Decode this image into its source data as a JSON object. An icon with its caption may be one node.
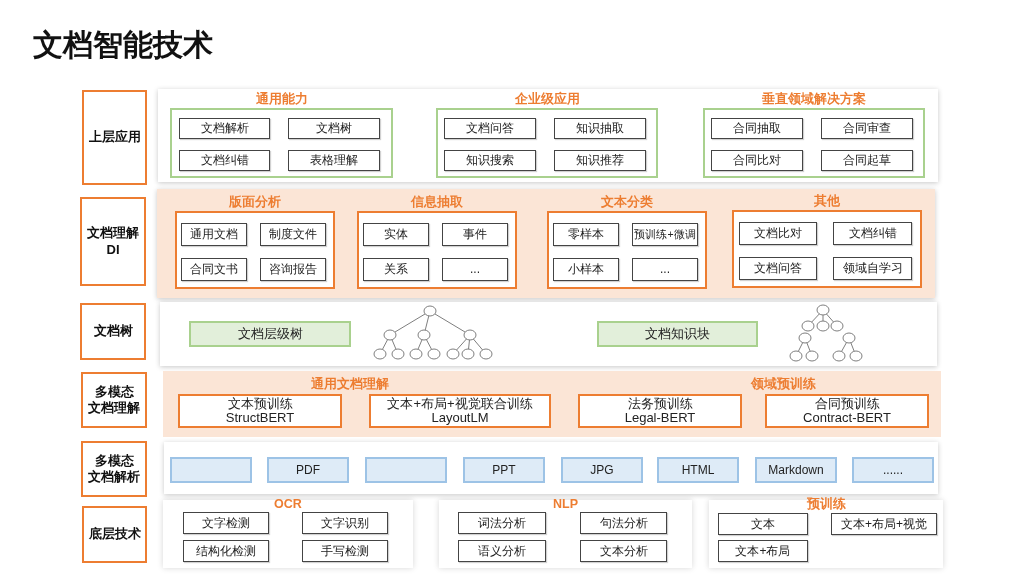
{
  "diagram": {
    "title": "文档智能技术",
    "nodes": [
      {
        "text": [
          "上层应用"
        ]
      },
      {
        "text": [],
        "shape": "band"
      },
      {
        "text": [
          "通用能力"
        ],
        "in": 1
      },
      {
        "text": [
          "文档解析"
        ],
        "in": 2
      },
      {
        "text": [
          "文档树"
        ],
        "in": 2
      },
      {
        "text": [
          "文档纠错"
        ],
        "in": 2
      },
      {
        "text": [
          "表格理解"
        ],
        "in": 2
      },
      {
        "text": [
          "企业级应用"
        ],
        "in": 1
      },
      {
        "text": [
          "文档问答"
        ],
        "in": 7
      },
      {
        "text": [
          "知识抽取"
        ],
        "in": 7
      },
      {
        "text": [
          "知识搜索"
        ],
        "in": 7
      },
      {
        "text": [
          "知识推荐"
        ],
        "in": 7
      },
      {
        "text": [
          "垂直领域解决方案"
        ],
        "in": 1
      },
      {
        "text": [
          "合同抽取"
        ],
        "in": 12
      },
      {
        "text": [
          "合同审查"
        ],
        "in": 12
      },
      {
        "text": [
          "合同比对"
        ],
        "in": 12
      },
      {
        "text": [
          "合同起草"
        ],
        "in": 12
      },
      {
        "text": [
          "文档理解 DI"
        ]
      },
      {
        "text": [],
        "shape": "band"
      },
      {
        "text": [
          "版面分析"
        ],
        "in": 18
      },
      {
        "text": [
          "通用文档"
        ],
        "in": 19
      },
      {
        "text": [
          "制度文件"
        ],
        "in": 19
      },
      {
        "text": [
          "合同文书"
        ],
        "in": 19
      },
      {
        "text": [
          "咨询报告"
        ],
        "in": 19
      },
      {
        "text": [
          "信息抽取"
        ],
        "in": 18
      },
      {
        "text": [
          "实体"
        ],
        "in": 24
      },
      {
        "text": [
          "事件"
        ],
        "in": 24
      },
      {
        "text": [
          "关系"
        ],
        "in": 24
      },
      {
        "text": [
          "..."
        ],
        "in": 24
      },
      {
        "text": [
          "文本分类"
        ],
        "in": 18
      },
      {
        "text": [
          "零样本"
        ],
        "in": 29
      },
      {
        "text": [
          "预训练+微调"
        ],
        "in": 29
      },
      {
        "text": [
          "小样本"
        ],
        "in": 29
      },
      {
        "text": [
          "..."
        ],
        "in": 29
      },
      {
        "text": [
          "其他"
        ],
        "in": 18
      },
      {
        "text": [
          "文档比对"
        ],
        "in": 34
      },
      {
        "text": [
          "文档纠错"
        ],
        "in": 34
      },
      {
        "text": [
          "文档问答"
        ],
        "in": 34
      },
      {
        "text": [
          "领域自学习"
        ],
        "in": 34
      },
      {
        "text": [
          "文档树"
        ]
      },
      {
        "text": [],
        "shape": "band"
      },
      {
        "text": [
          "文档层级树"
        ],
        "in": 40
      },
      {
        "text": [
          "文档知识块"
        ],
        "in": 40
      },
      {
        "text": [
          "多模态文档理解"
        ]
      },
      {
        "text": [
          "通用文档理解",
          "领域预训练"
        ]
      },
      {
        "text": [
          "文本预训练 StructBERT"
        ],
        "in": 44
      },
      {
        "text": [
          "文本+布局+视觉联合训练 LayoutLM"
        ],
        "in": 44
      },
      {
        "text": [
          "法务预训练 Legal-BERT"
        ],
        "in": 44
      },
      {
        "text": [
          "合同预训练 Contract-BERT"
        ],
        "in": 44
      },
      {
        "text": [
          "多模态文档解析"
        ]
      },
      {
        "text": [],
        "shape": "band"
      },
      {
        "text": [],
        "shape": "box",
        "in": 50
      },
      {
        "text": [
          "PDF"
        ],
        "in": 50
      },
      {
        "text": [],
        "shape": "box",
        "in": 50
      },
      {
        "text": [
          "PPT"
        ],
        "in": 50
      },
      {
        "text": [
          "JPG"
        ],
        "in": 50
      },
      {
        "text": [
          "HTML"
        ],
        "in": 50
      },
      {
        "text": [
          "Markdown"
        ],
        "in": 50
      },
      {
        "text": [
          "......"
        ],
        "in": 50
      },
      {
        "text": [
          "底层技术"
        ]
      },
      {
        "text": [
          "OCR"
        ]
      },
      {
        "text": [
          "文字检测"
        ],
        "in": 60
      },
      {
        "text": [
          "文字识别"
        ],
        "in": 60
      },
      {
        "text": [
          "结构化检测"
        ],
        "in": 60
      },
      {
        "text": [
          "手写检测"
        ],
        "in": 60
      },
      {
        "text": [
          "NLP"
        ]
      },
      {
        "text": [
          "词法分析"
        ],
        "in": 65
      },
      {
        "text": [
          "句法分析"
        ],
        "in": 65
      },
      {
        "text": [
          "语义分析"
        ],
        "in": 65
      },
      {
        "text": [
          "文本分析"
        ],
        "in": 65
      },
      {
        "text": [
          "预训练"
        ]
      },
      {
        "text": [
          "文本"
        ],
        "in": 70
      },
      {
        "text": [
          "文本+布局+视觉"
        ],
        "in": 70
      },
      {
        "text": [
          "文本+布局"
        ],
        "in": 70
      }
    ]
  }
}
